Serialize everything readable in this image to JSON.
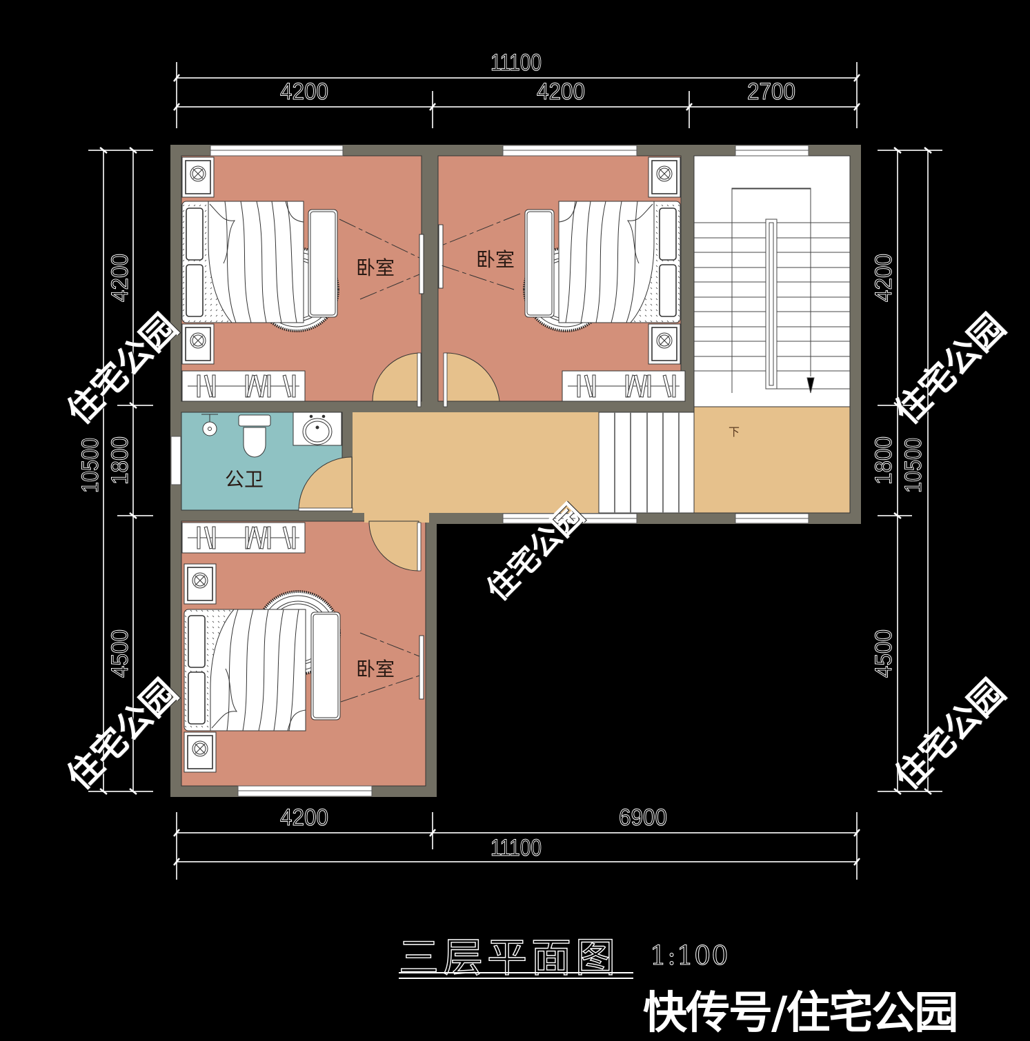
{
  "drawing": {
    "title": "三层平面图",
    "scale": "1:100",
    "credit": "快传号/住宅公园",
    "watermark": "住宅公园"
  },
  "colors": {
    "background": "#000000",
    "wall": "#726f63",
    "bedroom": "#d3907a",
    "corridor": "#e6c18c",
    "bathroom": "#8fc2c3",
    "stair": "#ffffff",
    "dimension_line": "#cfcfcf"
  },
  "dimensions": {
    "top_total": "11100",
    "top_segments": [
      "4200",
      "4200",
      "2700"
    ],
    "bottom_segments": [
      "4200",
      "6900"
    ],
    "bottom_total": "11100",
    "left_total": "10500",
    "left_segments": [
      "4200",
      "1800",
      "4500"
    ],
    "right_total": "10500",
    "right_segments": [
      "4200",
      "1800",
      "4500"
    ]
  },
  "rooms": [
    {
      "id": "bedroom-nw",
      "label": "卧室"
    },
    {
      "id": "bedroom-ne",
      "label": "卧室"
    },
    {
      "id": "bathroom",
      "label": "公卫"
    },
    {
      "id": "bedroom-sw",
      "label": "卧室"
    },
    {
      "id": "stair",
      "label": "下"
    }
  ]
}
